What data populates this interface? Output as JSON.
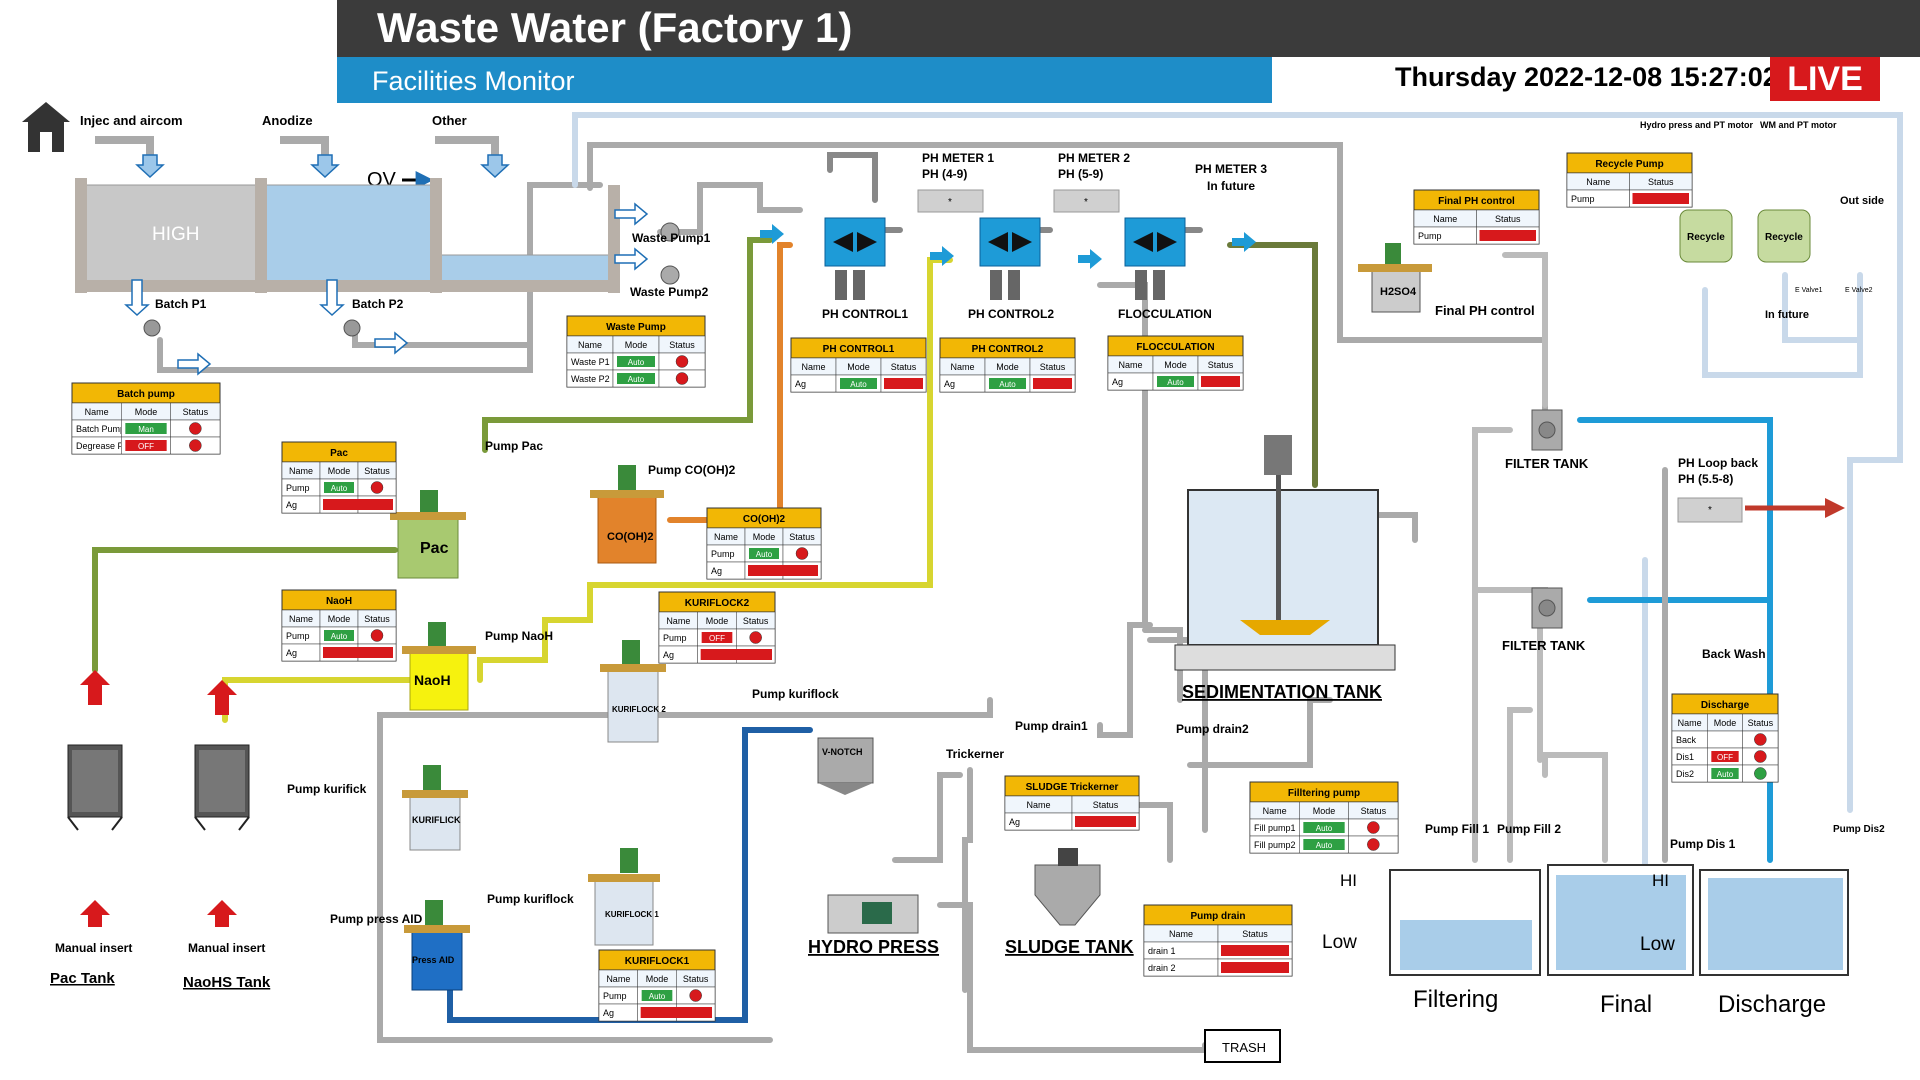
{
  "header": {
    "title": "Waste Water (Factory 1)",
    "subtitle": "Facilities Monitor",
    "datetime": "Thursday 2022-12-08 15:27:02",
    "live": "LIVE"
  },
  "colors": {
    "title_bar": "#3b3b3b",
    "subtitle_bar": "#1e8dc8",
    "live_badge": "#d7191c",
    "panel_header": "#f2b705",
    "status_auto": "#2ea043",
    "status_off": "#d7191c",
    "water": "#a9cde9",
    "pipe_green": "#7a9a3a",
    "pipe_orange": "#e2832b",
    "pipe_yellow": "#d7d530",
    "pipe_blue": "#1f6fb5",
    "pipe_lightblue": "#1e9bd7"
  },
  "icons": {
    "home": "home-icon",
    "arrow_up": "red-up-arrow-icon",
    "flow_arrow": "flow-arrow-icon"
  },
  "sources": {
    "injec": "Injec and aircom",
    "anodize": "Anodize",
    "other": "Other",
    "ov": "OV",
    "high": "HIGH"
  },
  "labels": {
    "batch_p1": "Batch P1",
    "batch_p2": "Batch P2",
    "waste_pump1": "Waste Pump1",
    "waste_pump2": "Waste Pump2",
    "ph_control1": "PH CONTROL1",
    "ph_control2": "PH CONTROL2",
    "flocculation": "FLOCCULATION",
    "ph_meter1": "PH METER 1",
    "ph_meter1_range": "PH (4-9)",
    "ph_meter2": "PH METER 2",
    "ph_meter2_range": "PH (5-9)",
    "ph_meter3": "PH METER 3",
    "ph_meter3_note": "In future",
    "pump_pac": "Pump Pac",
    "pump_coh": "Pump CO(OH)2",
    "pump_naoh": "Pump NaoH",
    "pump_kuriflock": "Pump kuriflock",
    "pump_kurifick": "Pump kurifick",
    "pump_kuriflock2": "Pump kuriflock",
    "pump_press_aid": "Pump press AID",
    "pac": "Pac",
    "coh": "CO(OH)2",
    "naoh": "NaoH",
    "kuriflock2": "KURIFLOCK 2",
    "kuriflick": "KURIFLICK",
    "kuriflock1": "KURIFLOCK 1",
    "press_aid": "Press AID",
    "manual_insert1": "Manual insert",
    "manual_insert2": "Manual insert",
    "pac_tank": "Pac Tank",
    "naohs_tank": "NaoHS Tank",
    "v_notch": "V-NOTCH",
    "hydro_press": "HYDRO PRESS",
    "trickerner": "Trickerner",
    "sludge_tank": "SLUDGE TANK",
    "pump_drain1": "Pump drain1",
    "pump_drain2": "Pump drain2",
    "sedimentation_tank": "SEDIMENTATION TANK",
    "trash": "TRASH",
    "h2so4": "H2SO4",
    "final_ph_control": "Final PH control",
    "filter_tank1": "FILTER TANK",
    "filter_tank2": "FILTER TANK",
    "ph_loop_back": "PH Loop back",
    "ph_loop_range": "PH (5.5-8)",
    "back_wash": "Back Wash",
    "pump_fill1": "Pump Fill 1",
    "pump_fill2": "Pump Fill 2",
    "pump_dis1": "Pump Dis 1",
    "pump_dis2": "Pump Dis2",
    "hi1": "HI",
    "low1": "Low",
    "hi2": "HI",
    "low2": "Low",
    "filtering": "Filtering",
    "final": "Final",
    "discharge": "Discharge",
    "hydro_press_motor": "Hydro press and PT motor",
    "wm_pt_motor": "WM and PT motor",
    "recycle1": "Recycle",
    "recycle2": "Recycle",
    "out_side": "Out side",
    "e_valve1": "E Valve1",
    "e_valve2": "E Valve2",
    "in_future": "In future"
  },
  "meters": {
    "ph1": "*",
    "ph2": "*",
    "loop": "*"
  },
  "panels": {
    "batch_pump": {
      "title": "Batch pump",
      "headers": [
        "Name",
        "Mode",
        "Status"
      ],
      "rows": [
        [
          "Batch Pump",
          "Man",
          ""
        ],
        [
          "Degrease Pump",
          "OFF",
          ""
        ]
      ]
    },
    "waste_pump": {
      "title": "Waste Pump",
      "headers": [
        "Name",
        "Mode",
        "Status"
      ],
      "rows": [
        [
          "Waste P1",
          "Auto",
          ""
        ],
        [
          "Waste P2",
          "Auto",
          ""
        ]
      ]
    },
    "ph_control1": {
      "title": "PH CONTROL1",
      "headers": [
        "Name",
        "Mode",
        "Status"
      ],
      "rows": [
        [
          "Ag",
          "Auto",
          ""
        ]
      ]
    },
    "ph_control2": {
      "title": "PH CONTROL2",
      "headers": [
        "Name",
        "Mode",
        "Status"
      ],
      "rows": [
        [
          "Ag",
          "Auto",
          ""
        ]
      ]
    },
    "flocculation": {
      "title": "FLOCCULATION",
      "headers": [
        "Name",
        "Mode",
        "Status"
      ],
      "rows": [
        [
          "Ag",
          "Auto",
          ""
        ]
      ]
    },
    "pac": {
      "title": "Pac",
      "headers": [
        "Name",
        "Mode",
        "Status"
      ],
      "rows": [
        [
          "Pump",
          "Auto",
          ""
        ],
        [
          "Ag",
          "",
          ""
        ]
      ]
    },
    "coh": {
      "title": "CO(OH)2",
      "headers": [
        "Name",
        "Mode",
        "Status"
      ],
      "rows": [
        [
          "Pump",
          "Auto",
          ""
        ],
        [
          "Ag",
          "",
          ""
        ]
      ]
    },
    "naoh": {
      "title": "NaoH",
      "headers": [
        "Name",
        "Mode",
        "Status"
      ],
      "rows": [
        [
          "Pump",
          "Auto",
          ""
        ],
        [
          "Ag",
          "",
          ""
        ]
      ]
    },
    "kuriflock2": {
      "title": "KURIFLOCK2",
      "headers": [
        "Name",
        "Mode",
        "Status"
      ],
      "rows": [
        [
          "Pump",
          "OFF",
          ""
        ],
        [
          "Ag",
          "",
          ""
        ]
      ]
    },
    "kuriflock1": {
      "title": "KURIFLOCK1",
      "headers": [
        "Name",
        "Mode",
        "Status"
      ],
      "rows": [
        [
          "Pump",
          "Auto",
          ""
        ],
        [
          "Ag",
          "",
          ""
        ]
      ]
    },
    "sludge_trickerner": {
      "title": "SLUDGE Trickerner",
      "headers": [
        "Name",
        "Status"
      ],
      "rows": [
        [
          "Ag",
          ""
        ]
      ]
    },
    "pump_drain": {
      "title": "Pump drain",
      "headers": [
        "Name",
        "Status"
      ],
      "rows": [
        [
          "drain 1",
          ""
        ],
        [
          "drain 2",
          ""
        ]
      ]
    },
    "filtering_pump": {
      "title": "Filltering pump",
      "headers": [
        "Name",
        "Mode",
        "Status"
      ],
      "rows": [
        [
          "Fill pump1",
          "Auto",
          ""
        ],
        [
          "Fill pump2",
          "Auto",
          ""
        ]
      ]
    },
    "final_ph": {
      "title": "Final PH control",
      "headers": [
        "Name",
        "Status"
      ],
      "rows": [
        [
          "Pump",
          ""
        ]
      ]
    },
    "recycle_pump": {
      "title": "Recycle Pump",
      "headers": [
        "Name",
        "Status"
      ],
      "rows": [
        [
          "Pump",
          ""
        ]
      ]
    },
    "discharge": {
      "title": "Discharge",
      "headers": [
        "Name",
        "Mode",
        "Status"
      ],
      "rows": [
        [
          "Back",
          "",
          ""
        ],
        [
          "Dis1",
          "OFF",
          ""
        ],
        [
          "Dis2",
          "Auto",
          ""
        ]
      ]
    }
  }
}
